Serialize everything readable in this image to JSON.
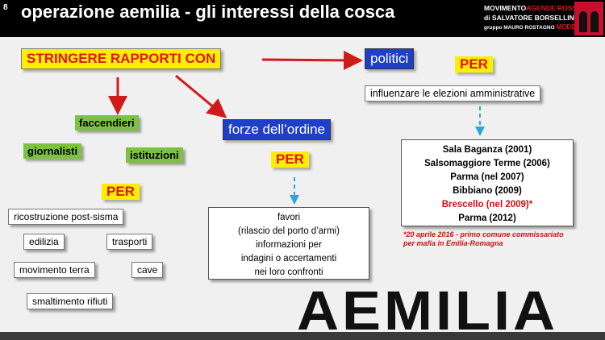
{
  "header": {
    "slide_number": "8",
    "title": "operazione aemilia - gli interessi della cosca",
    "logo": {
      "line1_a": "MOVIMENTO",
      "line1_b": "AGENDE ROSSE",
      "line2": "di SALVATORE BORSELLINO",
      "line3_a": "gruppo MAURO ROSTAGNO",
      "line3_b": "MODENA"
    }
  },
  "nodes": {
    "stringere": "STRINGERE RAPPORTI CON",
    "politici": "politici",
    "per_politici": "PER",
    "influenzare": "influenzare le elezioni amministrative",
    "comuni": [
      {
        "text": "Sala Baganza (2001)",
        "highlight": false
      },
      {
        "text": "Salsomaggiore Terme (2006)",
        "highlight": false
      },
      {
        "text": "Parma (nel 2007)",
        "highlight": false
      },
      {
        "text": "Bibbiano (2009)",
        "highlight": false
      },
      {
        "text": "Brescello (nel 2009)*",
        "highlight": true
      },
      {
        "text": "Parma (2012)",
        "highlight": false
      }
    ],
    "note": "*20 aprile 2016 - primo comune commissariato per mafia in Emilia-Romagna",
    "forze": "forze dell’ordine",
    "per_forze": "PER",
    "favori": [
      "favori",
      "(rilascio del porto d’armi)",
      "informazioni per",
      "indagini o accertamenti",
      "nei loro confronti"
    ],
    "faccendieri": "faccendieri",
    "giornalisti": "giornalisti",
    "istituzioni": "istituzioni",
    "per_altri": "PER",
    "ricostruzione": "ricostruzione post-sisma",
    "edilizia": "edilizia",
    "trasporti": "trasporti",
    "movimento_terra": "movimento terra",
    "cave": "cave",
    "smaltimento": "smaltimento rifiuti"
  },
  "watermark": "AEMILIA",
  "colors": {
    "arrow_red": "#d11a1a",
    "arrow_blue": "#2aa6e0",
    "yellow": "#ffee00",
    "green": "#7cc142",
    "blue_box": "#1e40c8",
    "text_red": "#e0141e"
  }
}
